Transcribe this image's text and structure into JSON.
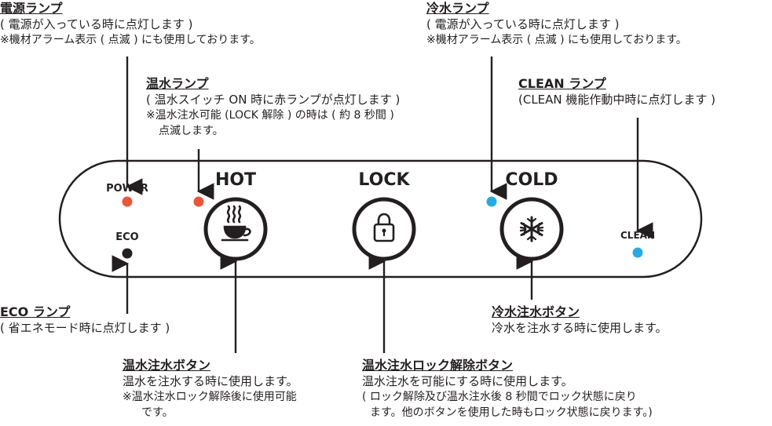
{
  "panel": {
    "power_label": "POWER",
    "eco_label": "ECO",
    "clean_label": "CLEAN",
    "hot_label": "HOT",
    "lock_label": "LOCK",
    "cold_label": "COLD"
  },
  "colors": {
    "hot_lamp": "#e8573a",
    "cold_lamp": "#27aae1",
    "eco_lamp": "#231f20",
    "line": "#231f20"
  },
  "icons": {
    "hot_button": "hot-cup-icon",
    "lock_button": "padlock-icon",
    "cold_button": "snowflake-icon"
  },
  "callouts": {
    "power": {
      "title": "電源ランプ",
      "line1": "( 電源が入っている時に点灯します )",
      "line2": "※機材アラーム表示 ( 点滅 ) にも使用しております。"
    },
    "hot_lamp": {
      "title": "温水ランプ",
      "line1": "( 温水スイッチ ON 時に赤ランプが点灯します )",
      "line2": "※温水注水可能 (LOCK 解除 ) の時は ( 約 8 秒間 )",
      "line3": "点滅します。"
    },
    "cold_lamp": {
      "title": "冷水ランプ",
      "line1": "( 電源が入っている時に点灯します )",
      "line2": "※機材アラーム表示 ( 点滅 ) にも使用しております。"
    },
    "clean": {
      "title": "CLEAN ランプ",
      "line1": "(CLEAN 機能作動中時に点灯します )"
    },
    "eco": {
      "title": "ECO ランプ",
      "line1": "( 省エネモード時に点灯します )"
    },
    "hot_button": {
      "title": "温水注水ボタン",
      "line1": "温水を注水する時に使用します。",
      "line2": "※温水注水ロック解除後に使用可能",
      "line3": "です。"
    },
    "lock_button": {
      "title": "温水注水ロック解除ボタン",
      "line1": "温水注水を可能にする時に使用します。",
      "line2": "( ロック解除及び温水注水後 8 秒間でロック状態に戻り",
      "line3": "ます。他のボタンを使用した時もロック状態に戻ります。)"
    },
    "cold_button": {
      "title": "冷水注水ボタン",
      "line1": "冷水を注水する時に使用します。"
    }
  }
}
